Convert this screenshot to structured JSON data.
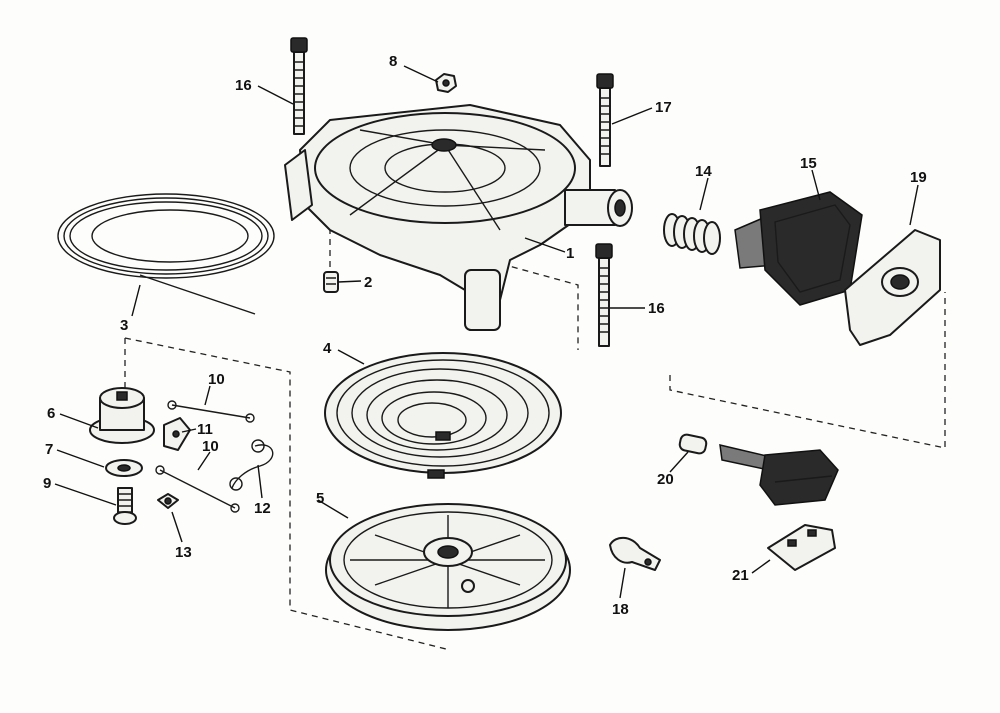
{
  "diagram": {
    "callouts": [
      {
        "id": "1",
        "label": "1"
      },
      {
        "id": "2",
        "label": "2"
      },
      {
        "id": "3",
        "label": "3"
      },
      {
        "id": "4",
        "label": "4"
      },
      {
        "id": "5",
        "label": "5"
      },
      {
        "id": "6",
        "label": "6"
      },
      {
        "id": "7",
        "label": "7"
      },
      {
        "id": "8",
        "label": "8"
      },
      {
        "id": "9",
        "label": "9"
      },
      {
        "id": "10a",
        "label": "10"
      },
      {
        "id": "10b",
        "label": "10"
      },
      {
        "id": "11",
        "label": "11"
      },
      {
        "id": "12",
        "label": "12"
      },
      {
        "id": "13",
        "label": "13"
      },
      {
        "id": "14",
        "label": "14"
      },
      {
        "id": "15",
        "label": "15"
      },
      {
        "id": "16a",
        "label": "16"
      },
      {
        "id": "16b",
        "label": "16"
      },
      {
        "id": "17",
        "label": "17"
      },
      {
        "id": "18",
        "label": "18"
      },
      {
        "id": "19",
        "label": "19"
      },
      {
        "id": "20",
        "label": "20"
      },
      {
        "id": "21",
        "label": "21"
      }
    ]
  }
}
